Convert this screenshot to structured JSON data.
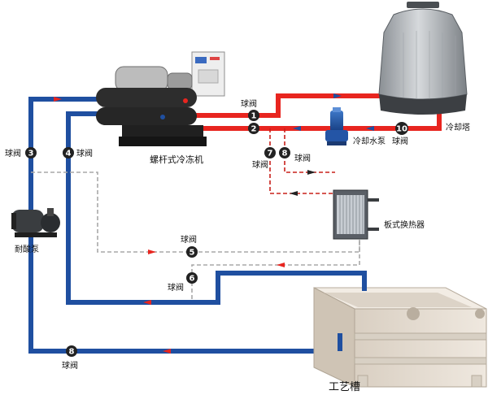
{
  "equipment": {
    "chiller": "螺杆式冷冻机",
    "cooling_tower": "冷却塔",
    "cooling_pump": "冷却水泵",
    "plate_exchanger": "板式换热器",
    "acid_pump": "耐酸泵",
    "process_tank": "工艺槽"
  },
  "valves": {
    "v1": {
      "num": "1",
      "label": "球阀"
    },
    "v2": {
      "num": "2",
      "label": ""
    },
    "v3": {
      "num": "3",
      "label": "球阀"
    },
    "v4": {
      "num": "4",
      "label": "球阀"
    },
    "v5": {
      "num": "5",
      "label": "球阀"
    },
    "v6": {
      "num": "6",
      "label": "球阀"
    },
    "v7": {
      "num": "7",
      "label": "球阀"
    },
    "v8a": {
      "num": "8",
      "label": "球阀"
    },
    "v8b": {
      "num": "8",
      "label": "球阀"
    },
    "v10": {
      "num": "10",
      "label": "球阀"
    }
  },
  "colors": {
    "hot_pipe": "#e8251f",
    "cold_pipe": "#1f4fa0",
    "bypass_pipe": "#a8a8a8",
    "badge": "#222222"
  }
}
